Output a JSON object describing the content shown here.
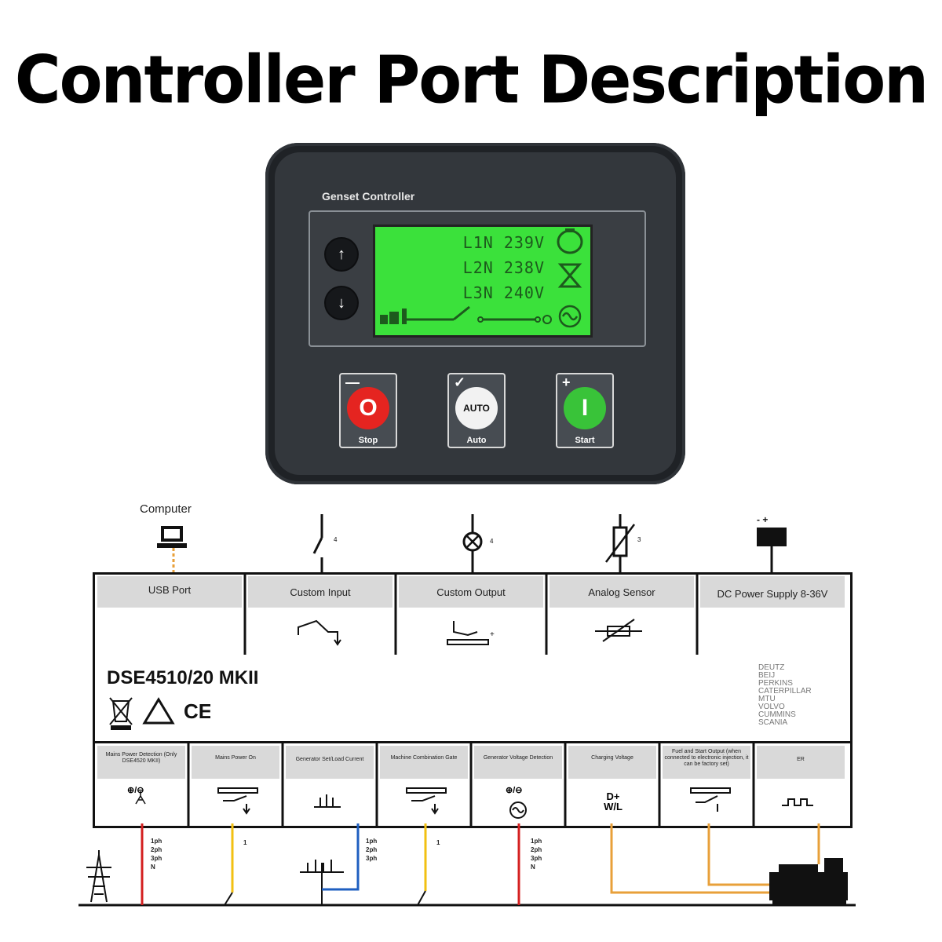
{
  "title": "Controller Port Description",
  "controller": {
    "label": "Genset Controller",
    "lcd_lines": [
      "L1N 239V",
      "L2N 238V",
      "L3N 240V"
    ],
    "buttons": [
      {
        "label": "Stop",
        "glyph": "O",
        "mark": "—",
        "color": "#e52420"
      },
      {
        "label": "Auto",
        "glyph": "AUTO",
        "mark": "✓",
        "color": "#f2f2f2"
      },
      {
        "label": "Start",
        "glyph": "I",
        "mark": "+",
        "color": "#39c339"
      }
    ],
    "up_icon": "arrow-up-icon",
    "down_icon": "arrow-down-icon"
  },
  "external": {
    "computer_label": "Computer"
  },
  "top_ports": [
    {
      "label": "USB Port",
      "icon": "usb-icon"
    },
    {
      "label": "Custom Input",
      "icon": "switch-icon"
    },
    {
      "label": "Custom Output",
      "icon": "relay-icon"
    },
    {
      "label": "Analog Sensor",
      "icon": "variable-resistor-icon"
    },
    {
      "label": "DC Power Supply 8-36V",
      "icon": "battery-icon"
    }
  ],
  "model": "DSE4510/20 MKII",
  "brands": [
    "DEUTZ",
    "BEIJ",
    "PERKINS",
    "CATERPILLAR",
    "MTU",
    "VOLVO",
    "CUMMINS",
    "SCANIA"
  ],
  "bottom_ports": [
    {
      "label": "Mains Power Detection (Only DSE4520 MKII)",
      "symbol": "⊕/⊖"
    },
    {
      "label": "Mains Power On",
      "symbol": ""
    },
    {
      "label": "Generator Set/Load Current",
      "symbol": ""
    },
    {
      "label": "Machine Combination Gate",
      "symbol": ""
    },
    {
      "label": "Generator Voltage Detection",
      "symbol": "⊕/⊖"
    },
    {
      "label": "Charging Voltage",
      "symbol": "D+ W/L"
    },
    {
      "label": "Fuel and Start Output (when connected to electronic injection, it can be factory set)",
      "symbol": ""
    },
    {
      "label": "ER",
      "symbol": ""
    }
  ],
  "phase_labels_a": [
    "1ph",
    "2ph",
    "3ph",
    "N"
  ],
  "phase_labels_b": [
    "1ph",
    "2ph",
    "3ph"
  ],
  "phase_labels_c": [
    "1ph",
    "2ph",
    "3ph",
    "N"
  ],
  "wire_marks": [
    "1",
    "1"
  ],
  "colors": {
    "red_wire": "#d42020",
    "yellow_wire": "#f2c012",
    "blue_wire": "#1f5fc0",
    "orange_wire": "#e8a03a",
    "lcd_green": "#3be13b"
  }
}
